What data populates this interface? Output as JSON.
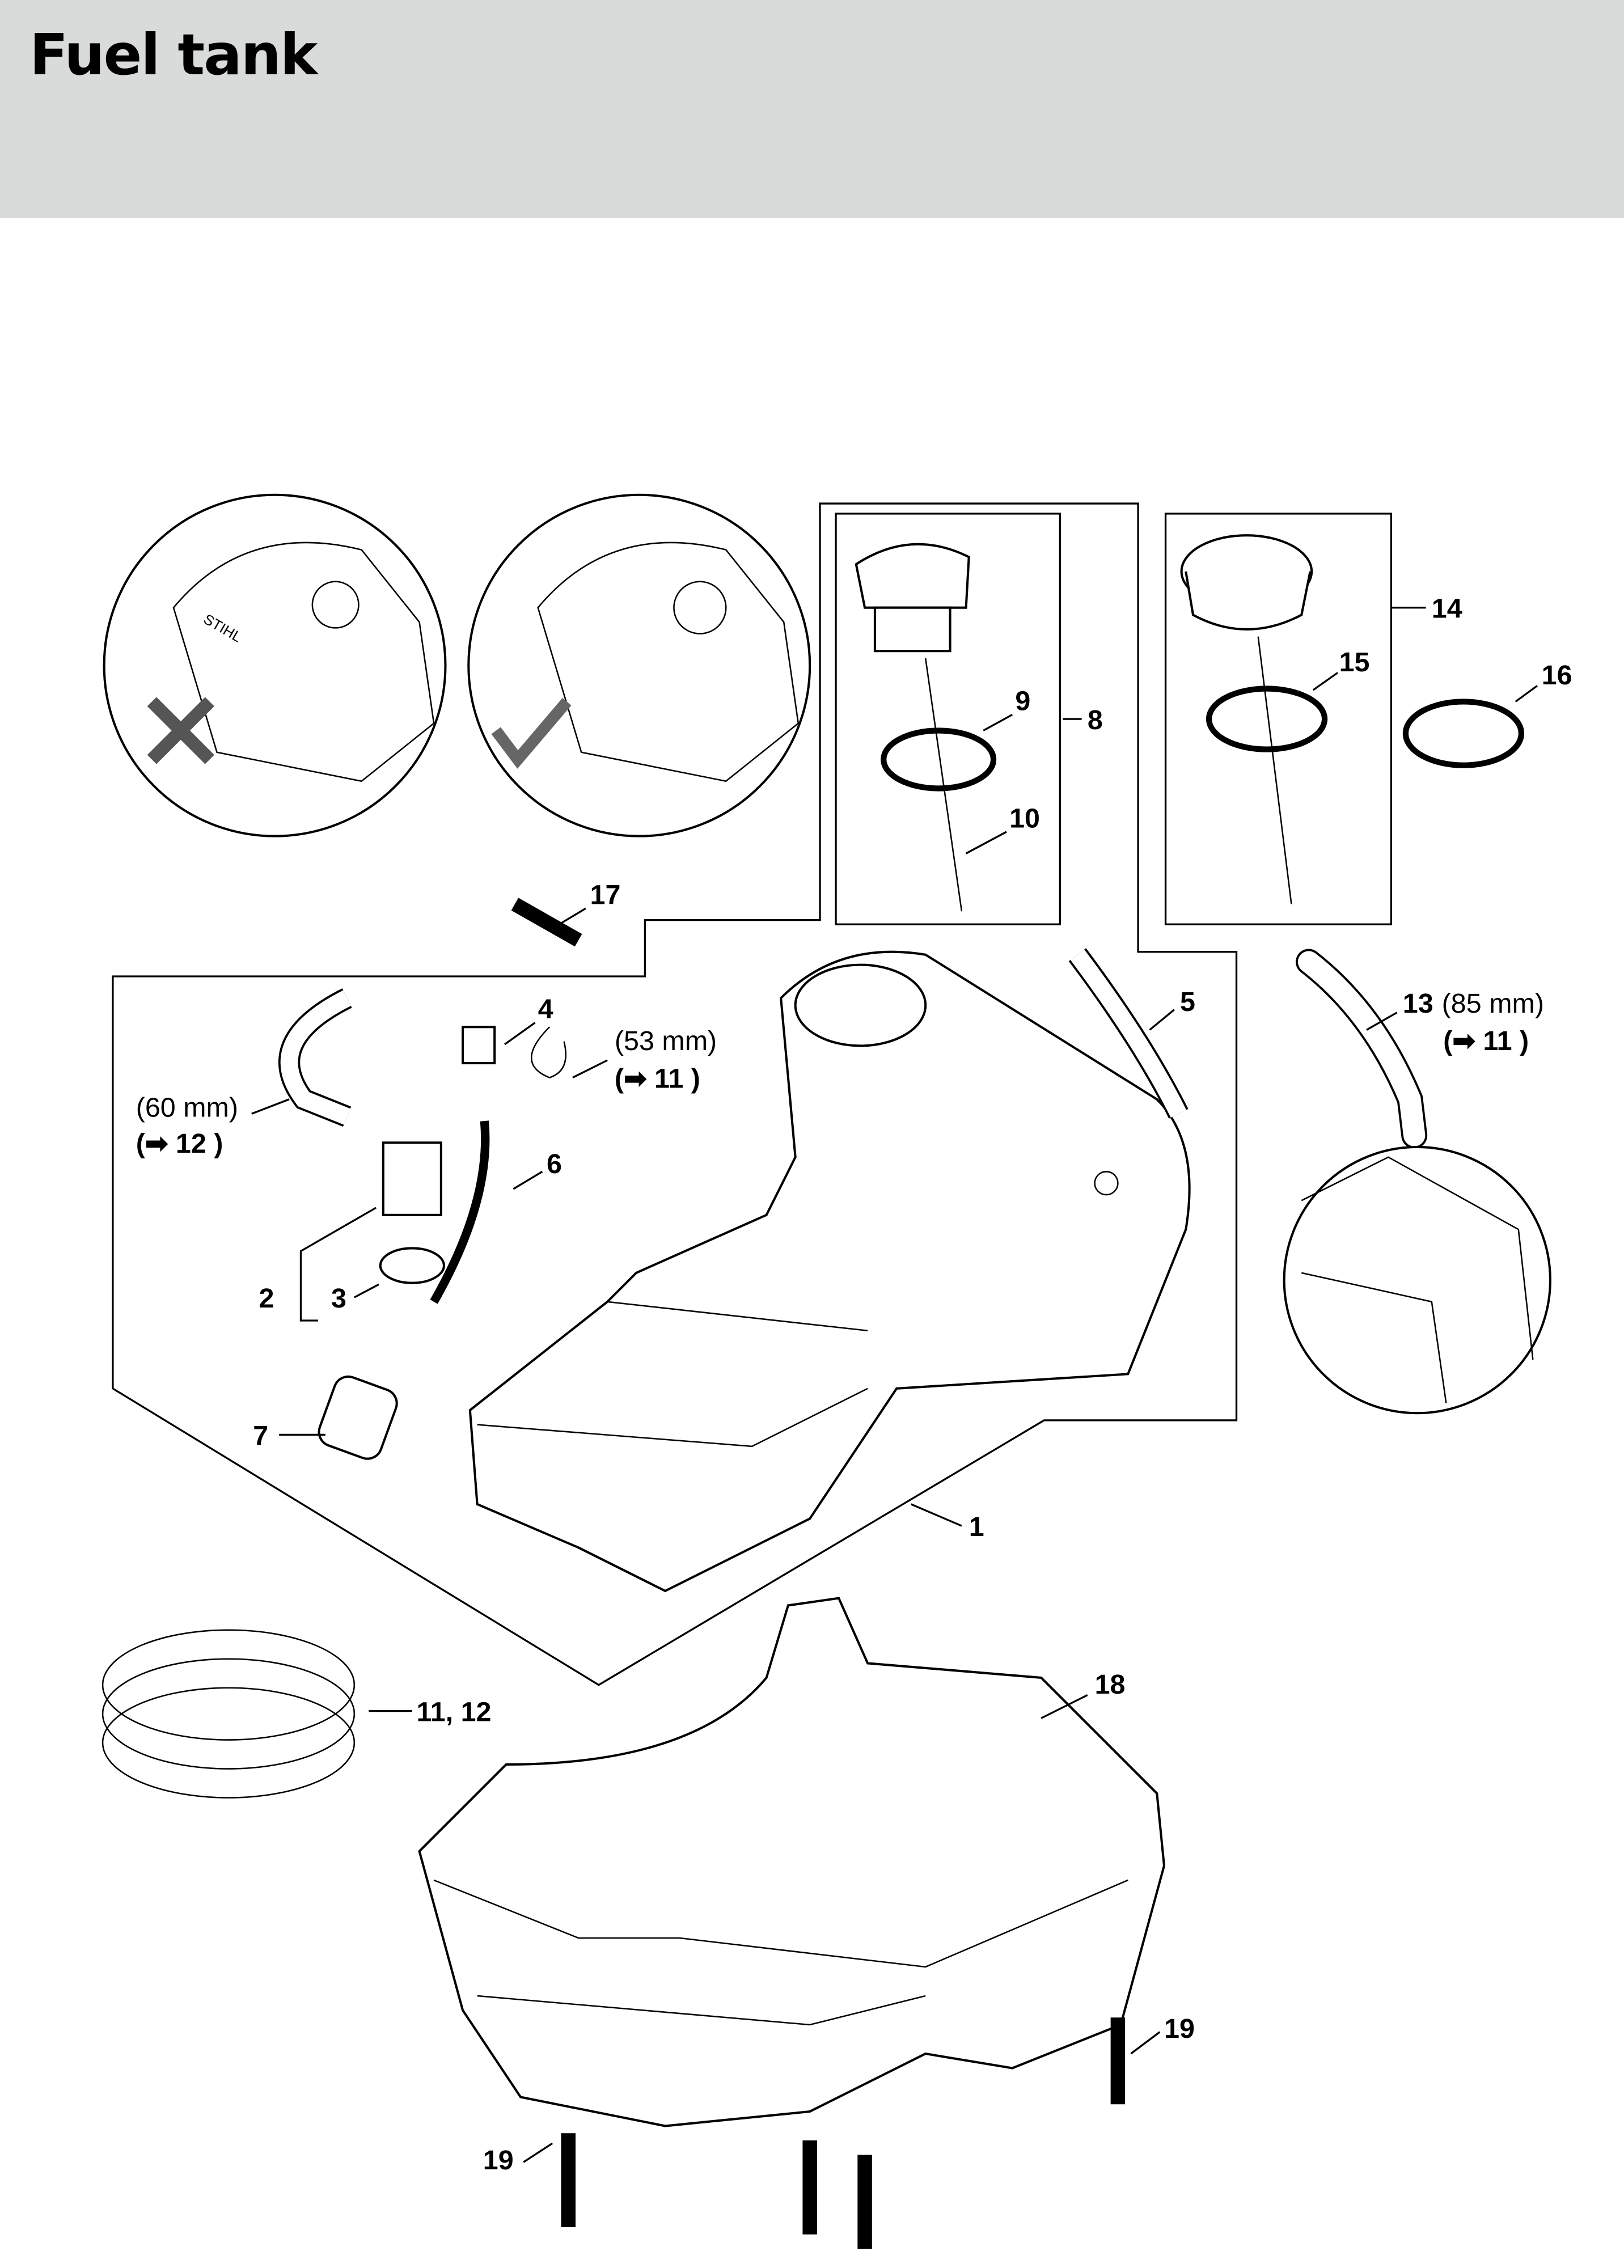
{
  "header": {
    "title": "Fuel tank"
  },
  "diagram": {
    "callouts": {
      "c1": "1",
      "c2": "2",
      "c3": "3",
      "c4": "4",
      "c5": "5",
      "c6": "6",
      "c7": "7",
      "c8": "8",
      "c9": "9",
      "c10": "10",
      "c13": "13",
      "c14": "14",
      "c15": "15",
      "c16": "16",
      "c17": "17",
      "c18": "18",
      "c19a": "19",
      "c19b": "19",
      "c11_12": "11, 12"
    },
    "notes": {
      "hose_53": "(53 mm)",
      "hose_53_ref": "(➡ 11 )",
      "hose_60": "(60 mm)",
      "hose_60_ref": "(➡ 12 )",
      "hose_85": "(85 mm)",
      "hose_85_ref": "(➡ 11 )"
    },
    "inset_logo_text": "STIHL"
  }
}
